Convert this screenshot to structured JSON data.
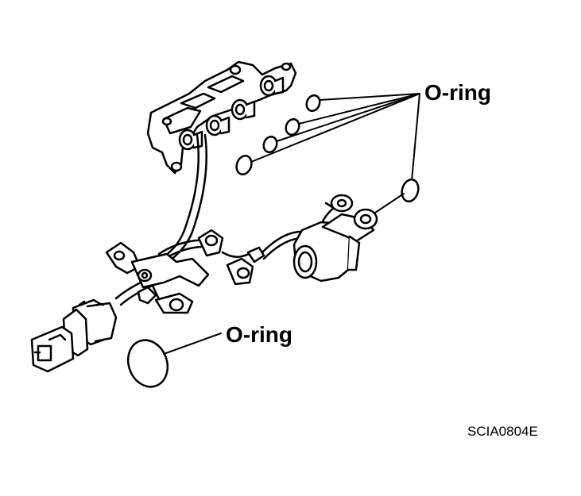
{
  "diagram": {
    "labels": {
      "oring_top": "O-ring",
      "oring_bottom": "O-ring",
      "figure_code": "SCIA0804E"
    },
    "colors": {
      "line": "#000000",
      "fill": "#ffffff"
    }
  }
}
